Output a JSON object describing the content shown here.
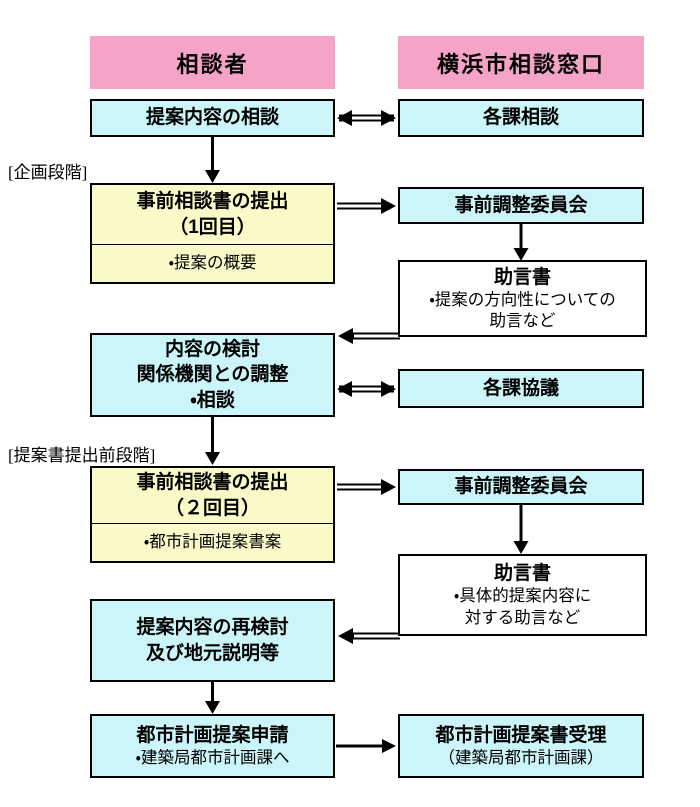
{
  "headers": {
    "left": "相談者",
    "right": "横浜市相談窓口"
  },
  "stage_labels": {
    "stage1": "[企画段階]",
    "stage2": "[提案書提出前段階]"
  },
  "flow": {
    "consult": "提案内容の相談",
    "dept_consult": "各課相談",
    "pre_consult1_title": "事前相談書の提出",
    "pre_consult1_sub": "（1回目）",
    "pre_consult1_note": "・提案の概要",
    "committee1": "事前調整委員会",
    "advice1_title": "助言書",
    "advice1_note1": "・提案の方向性についての",
    "advice1_note2": "助言など",
    "review_line1": "内容の検討",
    "review_line2": "関係機関との調整",
    "review_line3": "・相談",
    "dept_discussion": "各課協議",
    "pre_consult2_title": "事前相談書の提出",
    "pre_consult2_sub": "（２回目）",
    "pre_consult2_note": "・都市計画提案書案",
    "committee2": "事前調整委員会",
    "advice2_title": "助言書",
    "advice2_note1": "・具体的提案内容に",
    "advice2_note2": "対する助言など",
    "rereview_line1": "提案内容の再検討",
    "rereview_line2": "及び地元説明等",
    "apply_title": "都市計画提案申請",
    "apply_note": "・建築局都市計画課へ",
    "accept_title": "都市計画提案書受理",
    "accept_note": "（建築局都市計画課）"
  },
  "colors": {
    "header_pink": "#F5A3C7",
    "process_cyan": "#CCF5FA",
    "submit_yellow": "#FAFAC8",
    "advice_white": "#FFFFFF",
    "border_black": "#000000"
  }
}
